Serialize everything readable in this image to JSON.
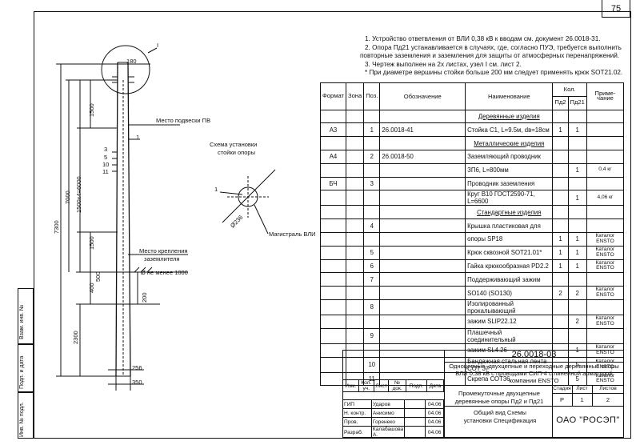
{
  "page_number": "75",
  "notes": [
    "1. Устройство ответвления от ВЛИ 0,38 кВ к вводам см. документ 26.0018-31.",
    "2. Опора Пд21 устанавливается в случаях, где, согласно ПУЭ, требуется выполнить",
    "повторные заземления и заземления для защиты от атмосферных перенапряжений.",
    "3. Чертеж выполнен на 2х листах, узел I см. лист 2.",
    "*  При диаметре вершины стойки больше 200 мм следует применять крюк SOT21.02."
  ],
  "drawing": {
    "callout_node": "I",
    "dim_180": "180",
    "dim_7300": "7300",
    "dim_7000": "7000",
    "dim_1500_top": "1500",
    "dim_1500x4": "1500х4=6000",
    "dim_1500_low": "1500",
    "dim_400": "400",
    "dim_500": "500",
    "dim_2300": "2300",
    "dim_200": "200",
    "dim_256": "256",
    "dim_350": "350",
    "pos_1": "1",
    "pos_3": "3",
    "pos_5": "5",
    "pos_10": "10",
    "pos_11": "11",
    "label_suspension": "Место подвески ПВ",
    "label_ground_1": "Место крепления",
    "label_ground_2": "заземлителя",
    "label_depth": "Ø не менее 1000",
    "scheme_title_1": "Схема установки",
    "scheme_title_2": "стойки опоры",
    "scheme_pos": "1",
    "scheme_angle": "Ø236",
    "scheme_line": "Магистраль ВЛИ"
  },
  "spec_headers": {
    "format": "Формат",
    "zone": "Зона",
    "pos": "Поз.",
    "designation": "Обозначение",
    "name": "Наименование",
    "qty": "Кол.",
    "qty_pd2": "Пд2",
    "qty_pd21": "Пд21",
    "note": "Приме-чание"
  },
  "spec_rows": [
    {
      "type": "section",
      "name": "Деревянные изделия"
    },
    {
      "fmt": "А3",
      "pos": "1",
      "desig": "26.0018-41",
      "name": "Стойка С1, L=9.5м, dв=18см",
      "q1": "1",
      "q2": "1",
      "note": ""
    },
    {
      "type": "section",
      "name": "Металлические изделия"
    },
    {
      "fmt": "А4",
      "pos": "2",
      "desig": "26.0018-50",
      "name": "Заземляющий проводник",
      "q1": "",
      "q2": "",
      "note": ""
    },
    {
      "fmt": "",
      "pos": "",
      "desig": "",
      "name": "ЗП6, L=800мм",
      "q1": "",
      "q2": "1",
      "note": "0,4 кг"
    },
    {
      "fmt": "БЧ",
      "pos": "3",
      "desig": "",
      "name": "Проводник заземления",
      "q1": "",
      "q2": "",
      "note": ""
    },
    {
      "fmt": "",
      "pos": "",
      "desig": "",
      "name": "Круг В10 ГОСТ2590-71, L=6600",
      "q1": "",
      "q2": "1",
      "note": "4,06 кг"
    },
    {
      "type": "section",
      "name": "Стандартные изделия"
    },
    {
      "fmt": "",
      "pos": "4",
      "desig": "",
      "name": "Крышка пластиковая для",
      "q1": "",
      "q2": "",
      "note": ""
    },
    {
      "fmt": "",
      "pos": "",
      "desig": "",
      "name": "опоры SP18",
      "q1": "1",
      "q2": "1",
      "note": "Каталог ENSTO"
    },
    {
      "fmt": "",
      "pos": "5",
      "desig": "",
      "name": "Крюк сквозной SOT21.01*",
      "q1": "1",
      "q2": "1",
      "note": "Каталог ENSTO"
    },
    {
      "fmt": "",
      "pos": "6",
      "desig": "",
      "name": "Гайка крюкообразная PD2.2",
      "q1": "1",
      "q2": "1",
      "note": "Каталог ENSTO"
    },
    {
      "fmt": "",
      "pos": "7",
      "desig": "",
      "name": "Поддерживающий зажим",
      "q1": "",
      "q2": "",
      "note": ""
    },
    {
      "fmt": "",
      "pos": "",
      "desig": "",
      "name": "SO140 (SO130)",
      "q1": "2",
      "q2": "2",
      "note": "Каталог ENSTO"
    },
    {
      "fmt": "",
      "pos": "8",
      "desig": "",
      "name": "Изолированный прокалывающий",
      "q1": "",
      "q2": "",
      "note": ""
    },
    {
      "fmt": "",
      "pos": "",
      "desig": "",
      "name": "зажим SLIP22.12",
      "q1": "",
      "q2": "2",
      "note": "Каталог ENSTO"
    },
    {
      "fmt": "",
      "pos": "9",
      "desig": "",
      "name": "Плашечный соединительный",
      "q1": "",
      "q2": "",
      "note": ""
    },
    {
      "fmt": "",
      "pos": "",
      "desig": "",
      "name": "зажим SL4.26",
      "q1": "",
      "q2": "1",
      "note": "Каталог ENSTO"
    },
    {
      "fmt": "",
      "pos": "10",
      "desig": "",
      "name": "Бандажная стальная лента СОТ 37",
      "q1": "",
      "q2": "5",
      "note": "Каталог ENSTO"
    },
    {
      "fmt": "",
      "pos": "11",
      "desig": "",
      "name": "Скрепа СОТ36",
      "q1": "",
      "q2": "5",
      "note": "Каталог ENSTO"
    }
  ],
  "stamp": {
    "code": "26.0018-03",
    "title": "Одноцепные, двухцепные и переходные деревянные опоры ВЛИ 0,38 кВ с проводами СИП-4 с линейной арматурой компании ENSTO",
    "headers": [
      "Изм.",
      "Кол. уч.",
      "Лист",
      "№ док.",
      "Подп.",
      "Дата"
    ],
    "roles": [
      {
        "role": "ГИП",
        "name": "Ударов",
        "date": "04.06"
      },
      {
        "role": "Н. контр.",
        "name": "Анисимо",
        "date": "04.06"
      },
      {
        "role": "Пров.",
        "name": "Горенеко",
        "date": "04.06"
      },
      {
        "role": "Разраб.",
        "name": "Калабашова А.",
        "date": "04.06"
      }
    ],
    "object_name": "Промежуточные двухцепные деревянные опоры Пд2 и Пд21",
    "stage_label": "Стадия",
    "sheet_label": "Лист",
    "sheets_label": "Листов",
    "stage": "Р",
    "sheet": "1",
    "sheets": "2",
    "doc_name": "Общий вид Схемы установки Спецификация",
    "org": "ОАО \"РОСЭП\""
  },
  "side_labels": [
    "Инв. № подл.",
    "Подп. и дата",
    "Взам. инв. №"
  ]
}
